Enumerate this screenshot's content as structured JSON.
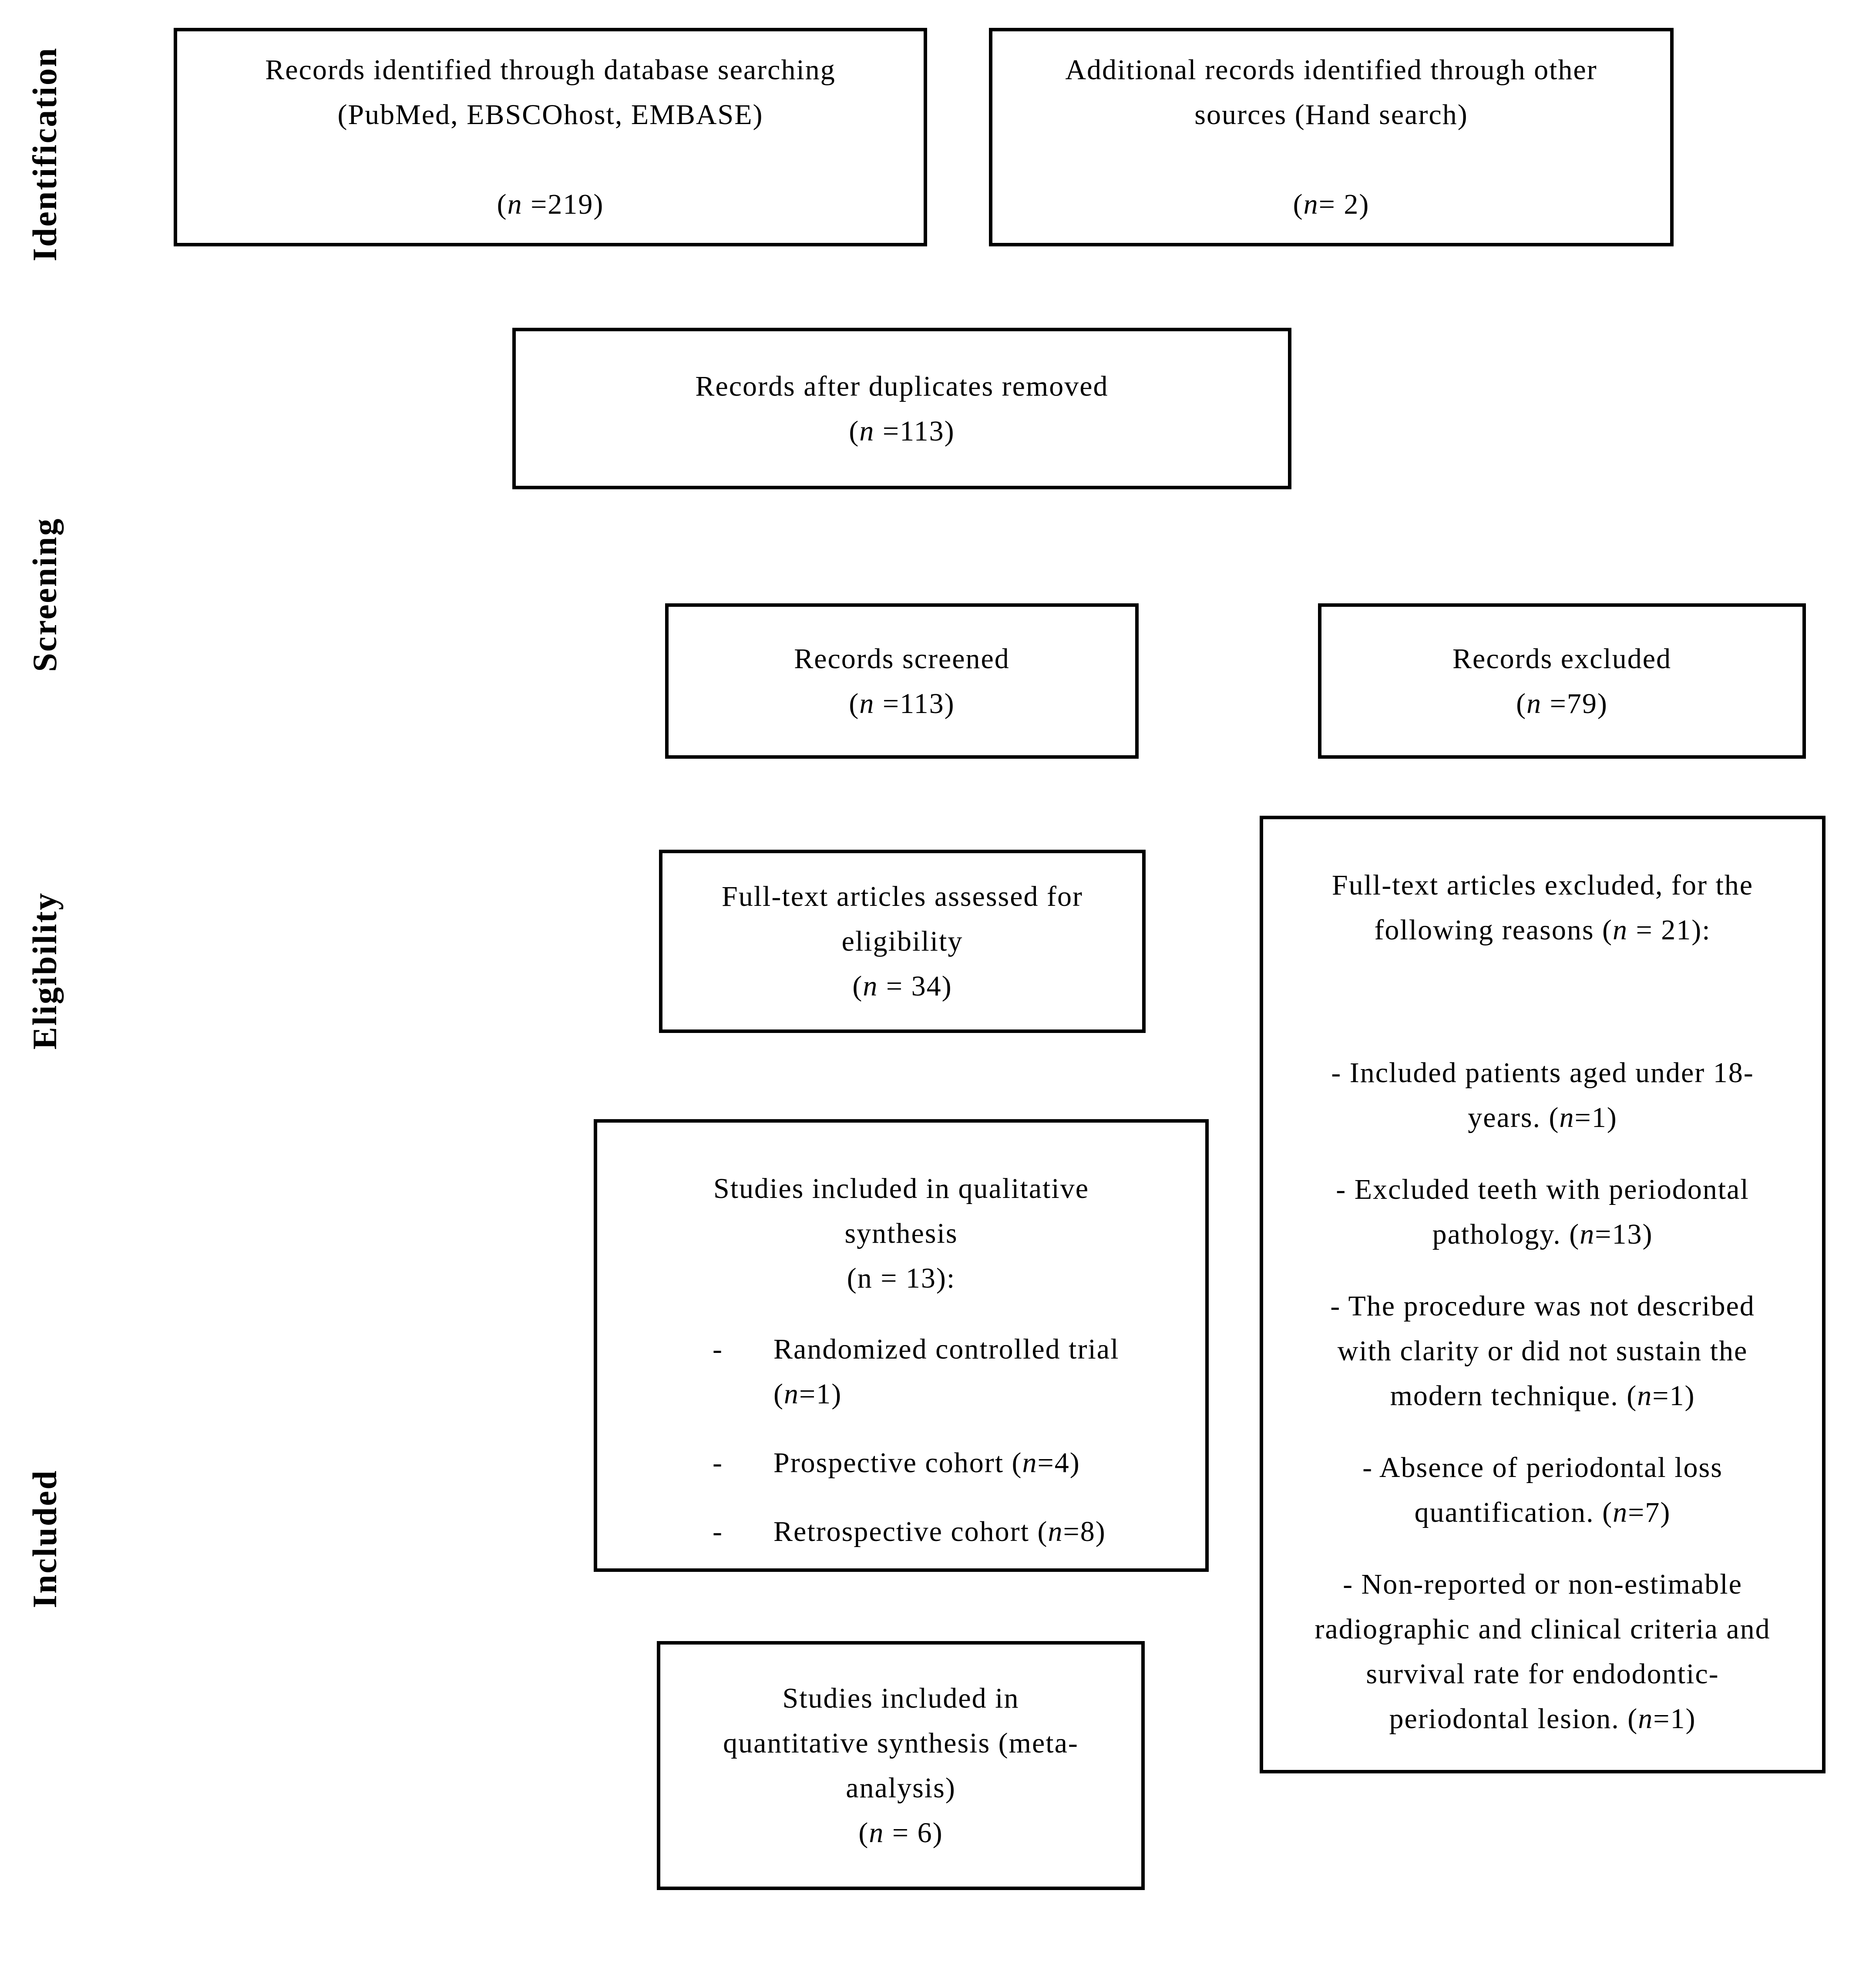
{
  "figure": {
    "kind": "PRISMA flow diagram",
    "background_color": "#ffffff",
    "border_color": "#000000",
    "text_color": "#000000"
  },
  "stages": [
    {
      "id": "identification",
      "label": "Identification"
    },
    {
      "id": "screening",
      "label": "Screening"
    },
    {
      "id": "eligibility",
      "label": "Eligibility"
    },
    {
      "id": "included",
      "label": "Included"
    }
  ],
  "boxes": {
    "identified": {
      "text": "Records identified through database searching\n(PubMed, EBSCOhost, EMBASE)\n\n(*n* =219)"
    },
    "additional": {
      "text": "Additional records identified through other\nsources (Hand search)\n\n(*n*= 2)"
    },
    "deduplicated": {
      "text": "Records after duplicates removed\n(*n* =113)"
    },
    "screened": {
      "text": "Records screened\n(*n* =113)"
    },
    "excluded": {
      "text": "Records excluded\n(*n* =79)"
    },
    "fulltext_assessed": {
      "text": "Full-text articles assessed for\neligibility\n(*n* = 34)"
    },
    "fulltext_excluded": {
      "title": "Full-text articles excluded, for the\nfollowing reasons (*n* = 21):",
      "items": [
        "- Included patients aged under 18-\nyears. (*n*=1)",
        "- Excluded teeth with periodontal\npathology. (*n*=13)",
        "- The procedure was not described\nwith clarity or did not sustain the\nmodern technique. (*n*=1)",
        "- Absence of periodontal loss\nquantification. (*n*=7)",
        "- Non-reported or non-estimable\nradiographic and clinical criteria and\nsurvival rate for endodontic-\nperiodontal lesion. (*n*=1)"
      ]
    },
    "qualitative": {
      "title": "Studies included in qualitative\nsynthesis\n(n = 13):",
      "bullet": "-",
      "items": [
        "Randomized controlled trial\n(*n*=1)",
        "Prospective cohort (*n*=4)",
        "Retrospective cohort (*n*=8)"
      ]
    },
    "quantitative": {
      "text": "Studies included in\nquantitative synthesis (meta-\nanalysis)\n(*n* = 6)"
    }
  }
}
